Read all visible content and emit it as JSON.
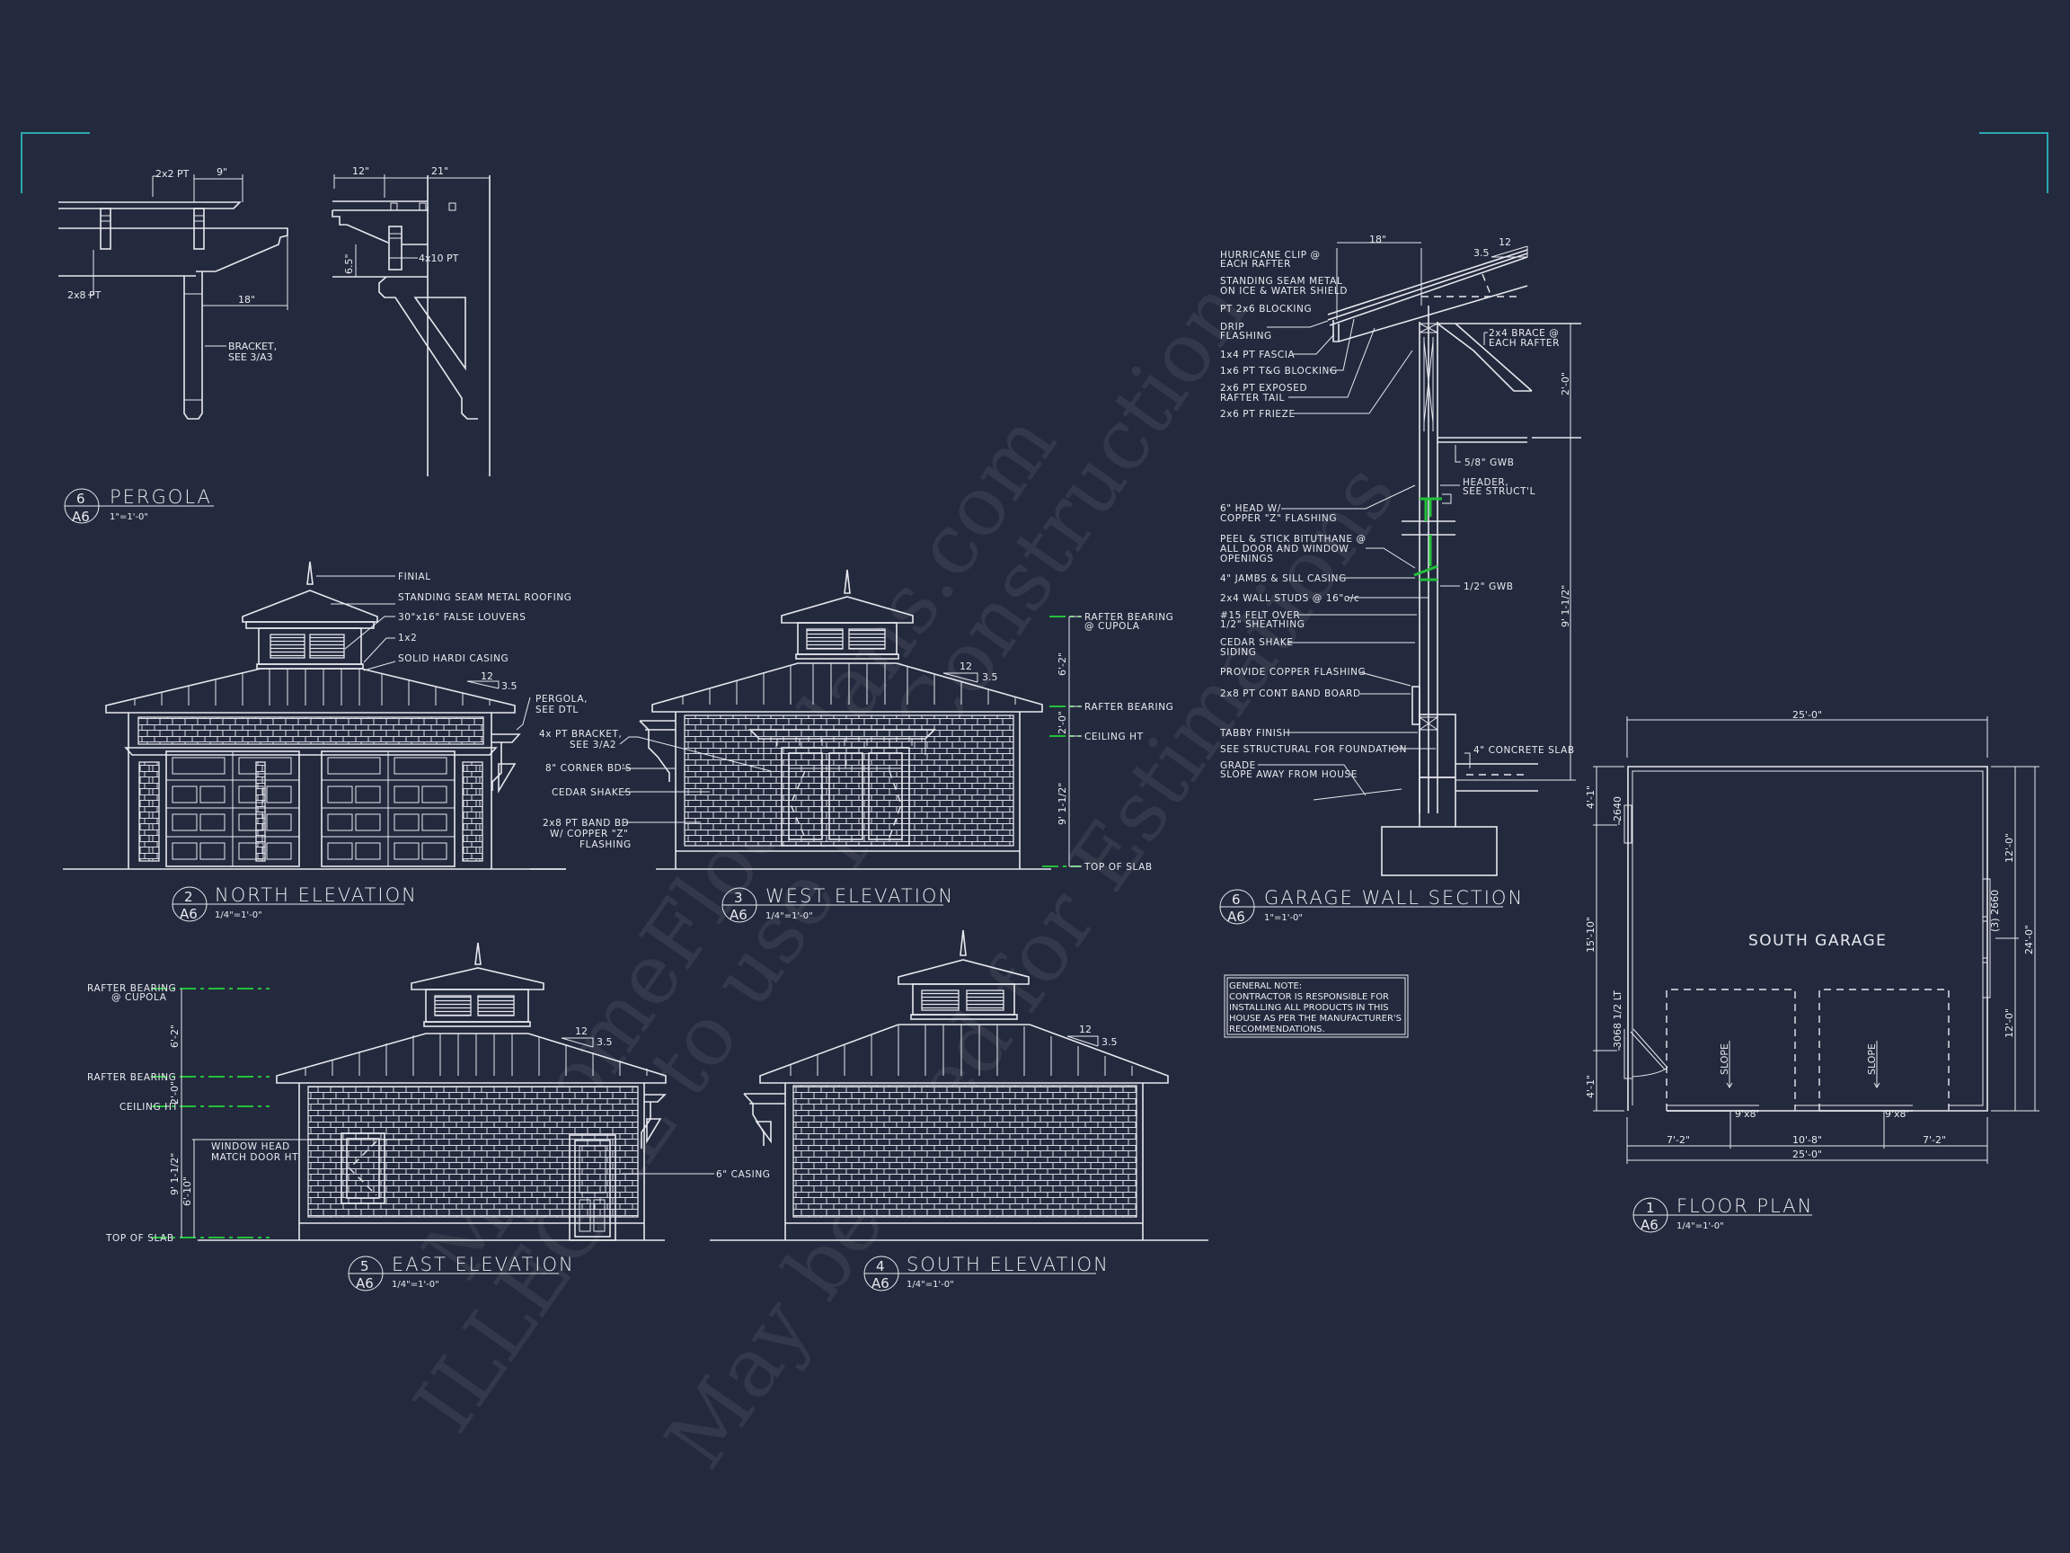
{
  "sheet": {
    "background": "#242a3d",
    "line_color": "#e6e8ee",
    "accent_green": "#22c03a",
    "frame_cyan": "#2aa7b0",
    "watermark": {
      "line1": "MyHomeFloorPlans.com",
      "line2": "ILLEGAL to use for Construction",
      "line3": "May be used for Estimations"
    }
  },
  "pergola": {
    "title": {
      "number": "6",
      "sheet": "A6",
      "name": "PERGOLA",
      "scale": "1\"=1'-0\""
    },
    "labels": {
      "pt2x2": "2x2 PT",
      "dim9": "9\"",
      "pt2x8": "2x8 PT",
      "dim18": "18\"",
      "bracket1": "BRACKET,",
      "bracket2": "SEE 3/A3",
      "dim12": "12\"",
      "dim21": "21\"",
      "dim65": "6.5\"",
      "pt4x10": "4x10 PT"
    }
  },
  "north_elevation": {
    "title": {
      "number": "2",
      "sheet": "A6",
      "name": "NORTH ELEVATION",
      "scale": "1/4\"=1'-0\""
    },
    "labels": {
      "finial": "FINIAL",
      "roofing": "STANDING SEAM METAL ROOFING",
      "louvers": "30\"x16\" FALSE LOUVERS",
      "trim": "1x2",
      "casing": "SOLID HARDI CASING",
      "pergola1": "PERGOLA,",
      "pergola2": "SEE DTL",
      "pitch_run": "12",
      "pitch_rise": "3.5"
    }
  },
  "west_elevation": {
    "title": {
      "number": "3",
      "sheet": "A6",
      "name": "WEST ELEVATION",
      "scale": "1/4\"=1'-0\""
    },
    "labels": {
      "bracket1": "4x PT BRACKET,",
      "bracket2": "SEE 3/A2",
      "corner": "8\" CORNER BD'S",
      "shakes": "CEDAR SHAKES",
      "band1": "2x8 PT BAND BD",
      "band2": "W/ COPPER \"Z\"",
      "band3": "FLASHING",
      "pitch_run": "12",
      "pitch_rise": "3.5"
    },
    "levels": {
      "rafter_cupola1": "RAFTER BEARING",
      "rafter_cupola2": "@ CUPOLA",
      "rafter": "RAFTER BEARING",
      "ceiling": "CEILING HT",
      "slab": "TOP OF SLAB",
      "dim_a": "6'-2\"",
      "dim_b": "2'-0\"",
      "dim_c": "9' 1-1/2\""
    }
  },
  "east_elevation": {
    "title": {
      "number": "5",
      "sheet": "A6",
      "name": "EAST ELEVATION",
      "scale": "1/4\"=1'-0\""
    },
    "labels": {
      "rafter_cupola1": "RAFTER BEARING",
      "rafter_cupola2": "@ CUPOLA",
      "rafter": "RAFTER BEARING",
      "ceiling": "CEILING HT",
      "slab": "TOP OF SLAB",
      "window1": "WINDOW HEAD",
      "window2": "MATCH DOOR HT",
      "casing": "6\" CASING",
      "dim_a": "6'-2\"",
      "dim_b": "2'-0\"",
      "dim_c": "9' 1-1/2\"",
      "dim_d": "6'-10\"",
      "pitch_run": "12",
      "pitch_rise": "3.5"
    }
  },
  "south_elevation": {
    "title": {
      "number": "4",
      "sheet": "A6",
      "name": "SOUTH ELEVATION",
      "scale": "1/4\"=1'-0\""
    },
    "labels": {
      "pitch_run": "12",
      "pitch_rise": "3.5"
    }
  },
  "wall_section": {
    "title": {
      "number": "6",
      "sheet": "A6",
      "name": "GARAGE WALL SECTION",
      "scale": "1\"=1'-0\""
    },
    "callouts": [
      "HURRICANE CLIP @",
      "EACH RAFTER",
      "STANDING SEAM METAL",
      "ON ICE & WATER SHIELD",
      "PT 2x6 BLOCKING",
      "DRIP",
      "FLASHING",
      "1x4 PT FASCIA",
      "1x6 PT T&G BLOCKING",
      "2x6 PT EXPOSED",
      "RAFTER TAIL",
      "2x6 PT FRIEZE",
      "6\" HEAD W/",
      "COPPER \"Z\" FLASHING",
      "PEEL & STICK BITUTHANE @",
      "ALL DOOR AND WINDOW",
      "OPENINGS",
      "4\" JAMBS & SILL CASING",
      "2x4 WALL STUDS @ 16\"o/c",
      "#15 FELT OVER",
      "1/2\" SHEATHING",
      "CEDAR SHAKE",
      "SIDING",
      "PROVIDE COPPER FLASHING",
      "2x8 PT CONT BAND BOARD",
      "TABBY FINISH",
      "SEE STRUCTURAL FOR FOUNDATION",
      "GRADE",
      "SLOPE AWAY FROM HOUSE"
    ],
    "right_callouts": {
      "brace1": "2x4 BRACE @",
      "brace2": "EACH RAFTER",
      "gwb58": "5/8\" GWB",
      "header1": "HEADER,",
      "header2": "SEE STRUCT'L",
      "gwb12": "1/2\" GWB",
      "slab": "4\" CONCRETE SLAB"
    },
    "dims": {
      "overhang": "18\"",
      "pitch_run": "12",
      "pitch_rise": "3.5",
      "upper": "2'-0\"",
      "lower": "9' 1-1/2\""
    }
  },
  "general_note": {
    "heading": "GENERAL NOTE:",
    "lines": [
      "CONTRACTOR IS RESPONSIBLE FOR",
      "INSTALLING ALL PRODUCTS IN THIS",
      "HOUSE AS PER THE MANUFACTURER'S",
      "RECOMMENDATIONS."
    ]
  },
  "floor_plan": {
    "title": {
      "number": "1",
      "sheet": "A6",
      "name": "FLOOR PLAN",
      "scale": "1/4\"=1'-0\""
    },
    "room": "SOUTH GARAGE",
    "dims": {
      "top": "25'-0\"",
      "bottom_total": "25'-0\"",
      "bottom_left": "7'-2\"",
      "bottom_mid": "10'-8\"",
      "bottom_right": "7'-2\"",
      "left_top": "4'-1\"",
      "left_mid": "15'-10\"",
      "left_bot": "4'-1\"",
      "right_top": "12'-0\"",
      "right_bot": "12'-0\"",
      "right_total": "24'-0\""
    },
    "openings": {
      "window_left": "2640",
      "window_right": "(3) 2660",
      "door": "3068 1/2 LT",
      "garage_door_1": "9'x8'",
      "garage_door_2": "9'x8'",
      "slope1": "SLOPE",
      "slope2": "SLOPE"
    }
  }
}
